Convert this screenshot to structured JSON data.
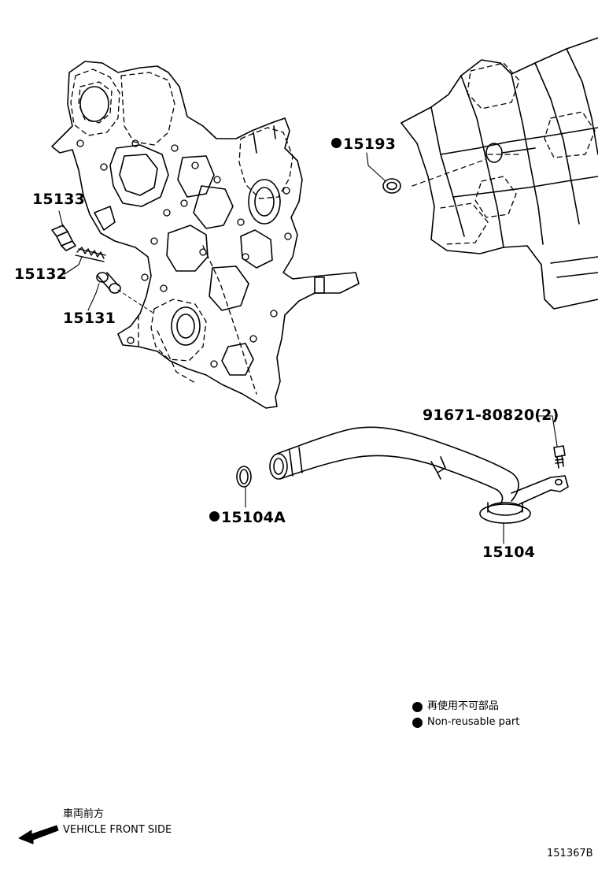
{
  "parts": {
    "p15193": "15193",
    "p15133": "15133",
    "p15132": "15132",
    "p15131": "15131",
    "p91671": "91671-80820(2)",
    "p15104A": "15104A",
    "p15104": "15104"
  },
  "legend": {
    "japanese": "再使用不可部品",
    "english": "Non-reusable part"
  },
  "front": {
    "japanese": "車両前方",
    "english": "VEHICLE FRONT SIDE"
  },
  "figure_id": "151367B"
}
